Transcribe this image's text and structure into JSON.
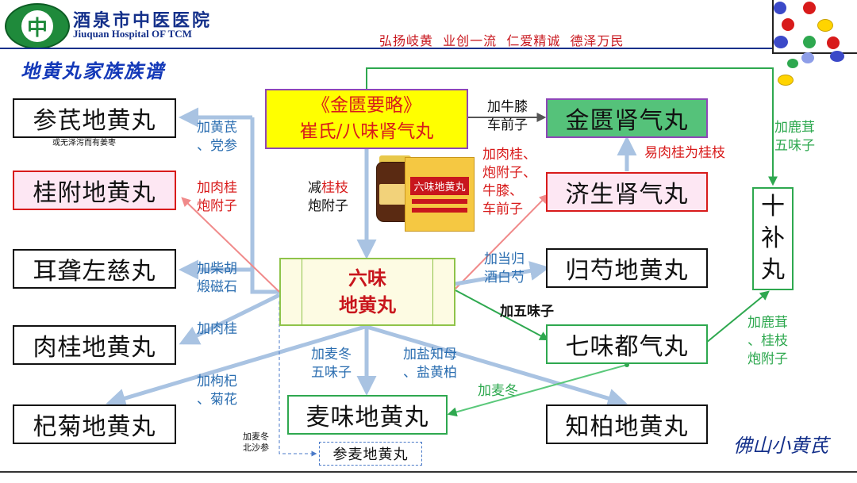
{
  "header": {
    "logo_glyph": "中",
    "hospital_cn": "酒泉市中医医院",
    "hospital_en": "Jiuquan Hospital OF TCM",
    "slogan": "弘扬岐黄  业创一流  仁爱精诚  德泽万民"
  },
  "page_title": "地黄丸家族族谱",
  "origin": {
    "line1": "《金匮要略》",
    "line2": "崔氏/八味肾气丸"
  },
  "center": {
    "line1": "六味",
    "line2": "地黄丸"
  },
  "product": {
    "name": "六味地黄丸"
  },
  "boxes": {
    "shenqi": "参芪地黄丸",
    "shenqi_note": "或无泽泻而有姜枣",
    "guifu": "桂附地黄丸",
    "erlong": "耳聋左慈丸",
    "rougui": "肉桂地黄丸",
    "qiju": "杞菊地黄丸",
    "jingui": "金匮肾气丸",
    "jisheng": "济生肾气丸",
    "guishao": "归芍地黄丸",
    "qiwei": "七味都气丸",
    "zhibai": "知柏地黄丸",
    "maiwei": "麦味地黄丸",
    "shenmai": "参麦地黄丸",
    "shibu_1": "十",
    "shibu_2": "补",
    "shibu_3": "丸"
  },
  "labels": {
    "to_shenqi_1": "加黄芪",
    "to_shenqi_2": "、党参",
    "to_guifu_1": "加肉桂",
    "to_guifu_2": "炮附子",
    "to_erlong_1": "加柴胡",
    "to_erlong_2": "煅磁石",
    "to_rougui": "加肉桂",
    "to_qiju_1": "加枸杞",
    "to_qiju_2": "、菊花",
    "reduce_prefix": "减",
    "reduce_guizhi": "桂枝",
    "reduce_line2": "炮附子",
    "to_jingui_1": "加牛膝",
    "to_jingui_2": "车前子",
    "to_jisheng_1": "加肉桂、",
    "to_jisheng_2": "炮附子、",
    "to_jisheng_3": "牛膝、",
    "to_jisheng_4": "车前子",
    "jisheng_to_jingui": "易肉桂为桂枝",
    "to_guishao_1": "加当归",
    "to_guishao_2": "酒白芍",
    "to_qiwei": "加五味子",
    "to_maiwei_1": "加麦冬",
    "to_maiwei_2": "五味子",
    "to_zhibai_1": "加盐知母",
    "to_zhibai_2": "、盐黄柏",
    "qiwei_to_maiwei": "加麦冬",
    "to_shibu_1": "加鹿茸",
    "to_shibu_2": "五味子",
    "shibu_from_qiwei_1": "加鹿茸",
    "shibu_from_qiwei_2": "、桂枝",
    "shibu_from_qiwei_3": "炮附子",
    "to_shenmai_1": "加麦冬",
    "to_shenmai_2": "北沙参"
  },
  "signature": "佛山小黄芪",
  "colors": {
    "blue_arrow": "#a9c3e2",
    "red_arrow": "#f08a8a",
    "green_arrow": "#5ac87a",
    "dark_arrow": "#555555",
    "title_blue": "#1439b8",
    "slogan_red": "#c8161d"
  },
  "icons": {
    "logo": "hospital-emblem-icon",
    "product": "medicine-bottle-icon"
  }
}
